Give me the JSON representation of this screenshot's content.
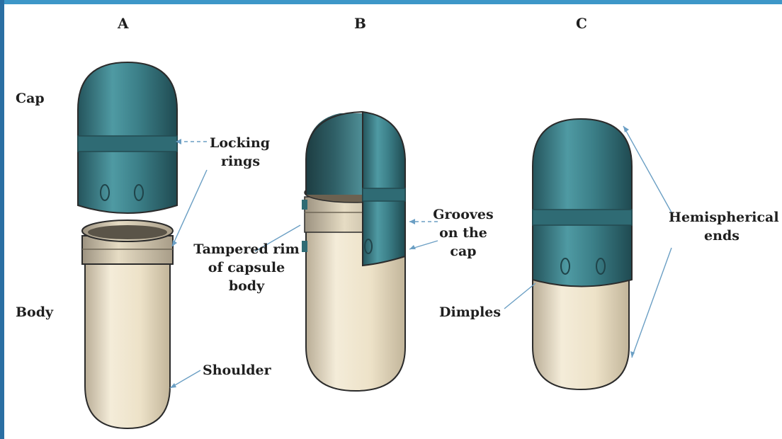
{
  "panels": [
    {
      "letter": "A"
    },
    {
      "letter": "B"
    },
    {
      "letter": "C"
    }
  ],
  "labels": {
    "cap": "Cap",
    "body": "Body",
    "locking_rings_1": "Locking",
    "locking_rings_2": "rings",
    "tampered_1": "Tampered rim",
    "tampered_2": "of capsule",
    "tampered_3": "body",
    "shoulder": "Shoulder",
    "grooves_1": "Grooves",
    "grooves_2": "on the",
    "grooves_3": "cap",
    "dimples": "Dimples",
    "hemispherical_1": "Hemispherical",
    "hemispherical_2": "ends"
  },
  "colors": {
    "cap": "#3a7d86",
    "body": "#ede3cc",
    "frame": "#2a6fa3"
  }
}
